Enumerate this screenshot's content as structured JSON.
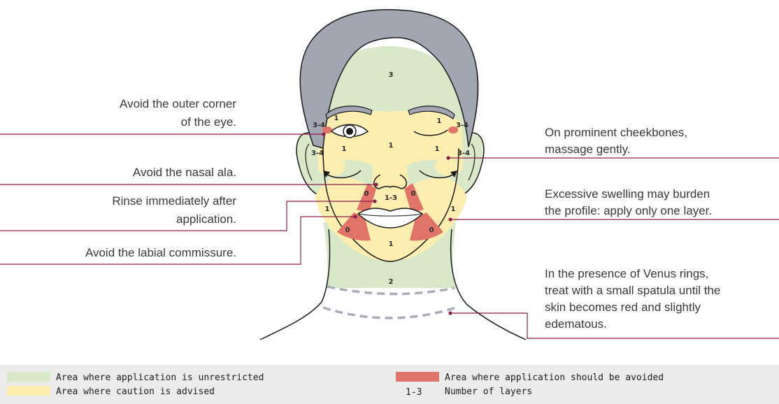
{
  "colors": {
    "unrestricted": "#d8e8c8",
    "caution": "#fbeeb0",
    "avoid": "#e07468",
    "hair": "#a2a6b3",
    "leader": "#8e1e4d",
    "outline": "#1a1a1a",
    "legend_bg": "#ebebeb"
  },
  "annotations": [
    {
      "id": "eye-corner",
      "lines": [
        "Avoid the outer corner",
        "of the eye."
      ]
    },
    {
      "id": "nasal-ala",
      "lines": [
        "Avoid the nasal ala."
      ]
    },
    {
      "id": "rinse",
      "lines": [
        "Rinse immediately after",
        "application."
      ]
    },
    {
      "id": "labial",
      "lines": [
        "Avoid the labial commissure."
      ]
    },
    {
      "id": "cheekbones",
      "lines": [
        "On prominent cheekbones,",
        "massage gently."
      ]
    },
    {
      "id": "swelling",
      "lines": [
        "Excessive swelling may burden",
        "the profile: apply only one layer."
      ]
    },
    {
      "id": "venus",
      "lines": [
        "In the presence of Venus rings,",
        "treat with a small spatula until the",
        "skin becomes red and slightly",
        "edematous."
      ]
    }
  ],
  "zone_labels": [
    {
      "id": "forehead",
      "text": "3"
    },
    {
      "id": "brow-left",
      "text": "1"
    },
    {
      "id": "brow-right",
      "text": "1"
    },
    {
      "id": "temple-left",
      "text": "3-4"
    },
    {
      "id": "temple-right",
      "text": "3-4"
    },
    {
      "id": "under-eye-left",
      "text": "1"
    },
    {
      "id": "under-eye-right",
      "text": "1"
    },
    {
      "id": "nose",
      "text": "1"
    },
    {
      "id": "cheek-left",
      "text": "3-4"
    },
    {
      "id": "cheek-right",
      "text": "3-4"
    },
    {
      "id": "nasolabial-left",
      "text": "0"
    },
    {
      "id": "nasolabial-right",
      "text": "0"
    },
    {
      "id": "upper-lip",
      "text": "1-3"
    },
    {
      "id": "jaw-left",
      "text": "1"
    },
    {
      "id": "jaw-right",
      "text": "1"
    },
    {
      "id": "marionette-left",
      "text": "0"
    },
    {
      "id": "marionette-right",
      "text": "0"
    },
    {
      "id": "chin",
      "text": "1"
    },
    {
      "id": "neck",
      "text": "2"
    }
  ],
  "legend": {
    "unrestricted": "Area where application is unrestricted",
    "caution": "Area where caution is advised",
    "avoid": "Area where application should be avoided",
    "layers_sample": "1-3",
    "layers": "Number of layers"
  }
}
